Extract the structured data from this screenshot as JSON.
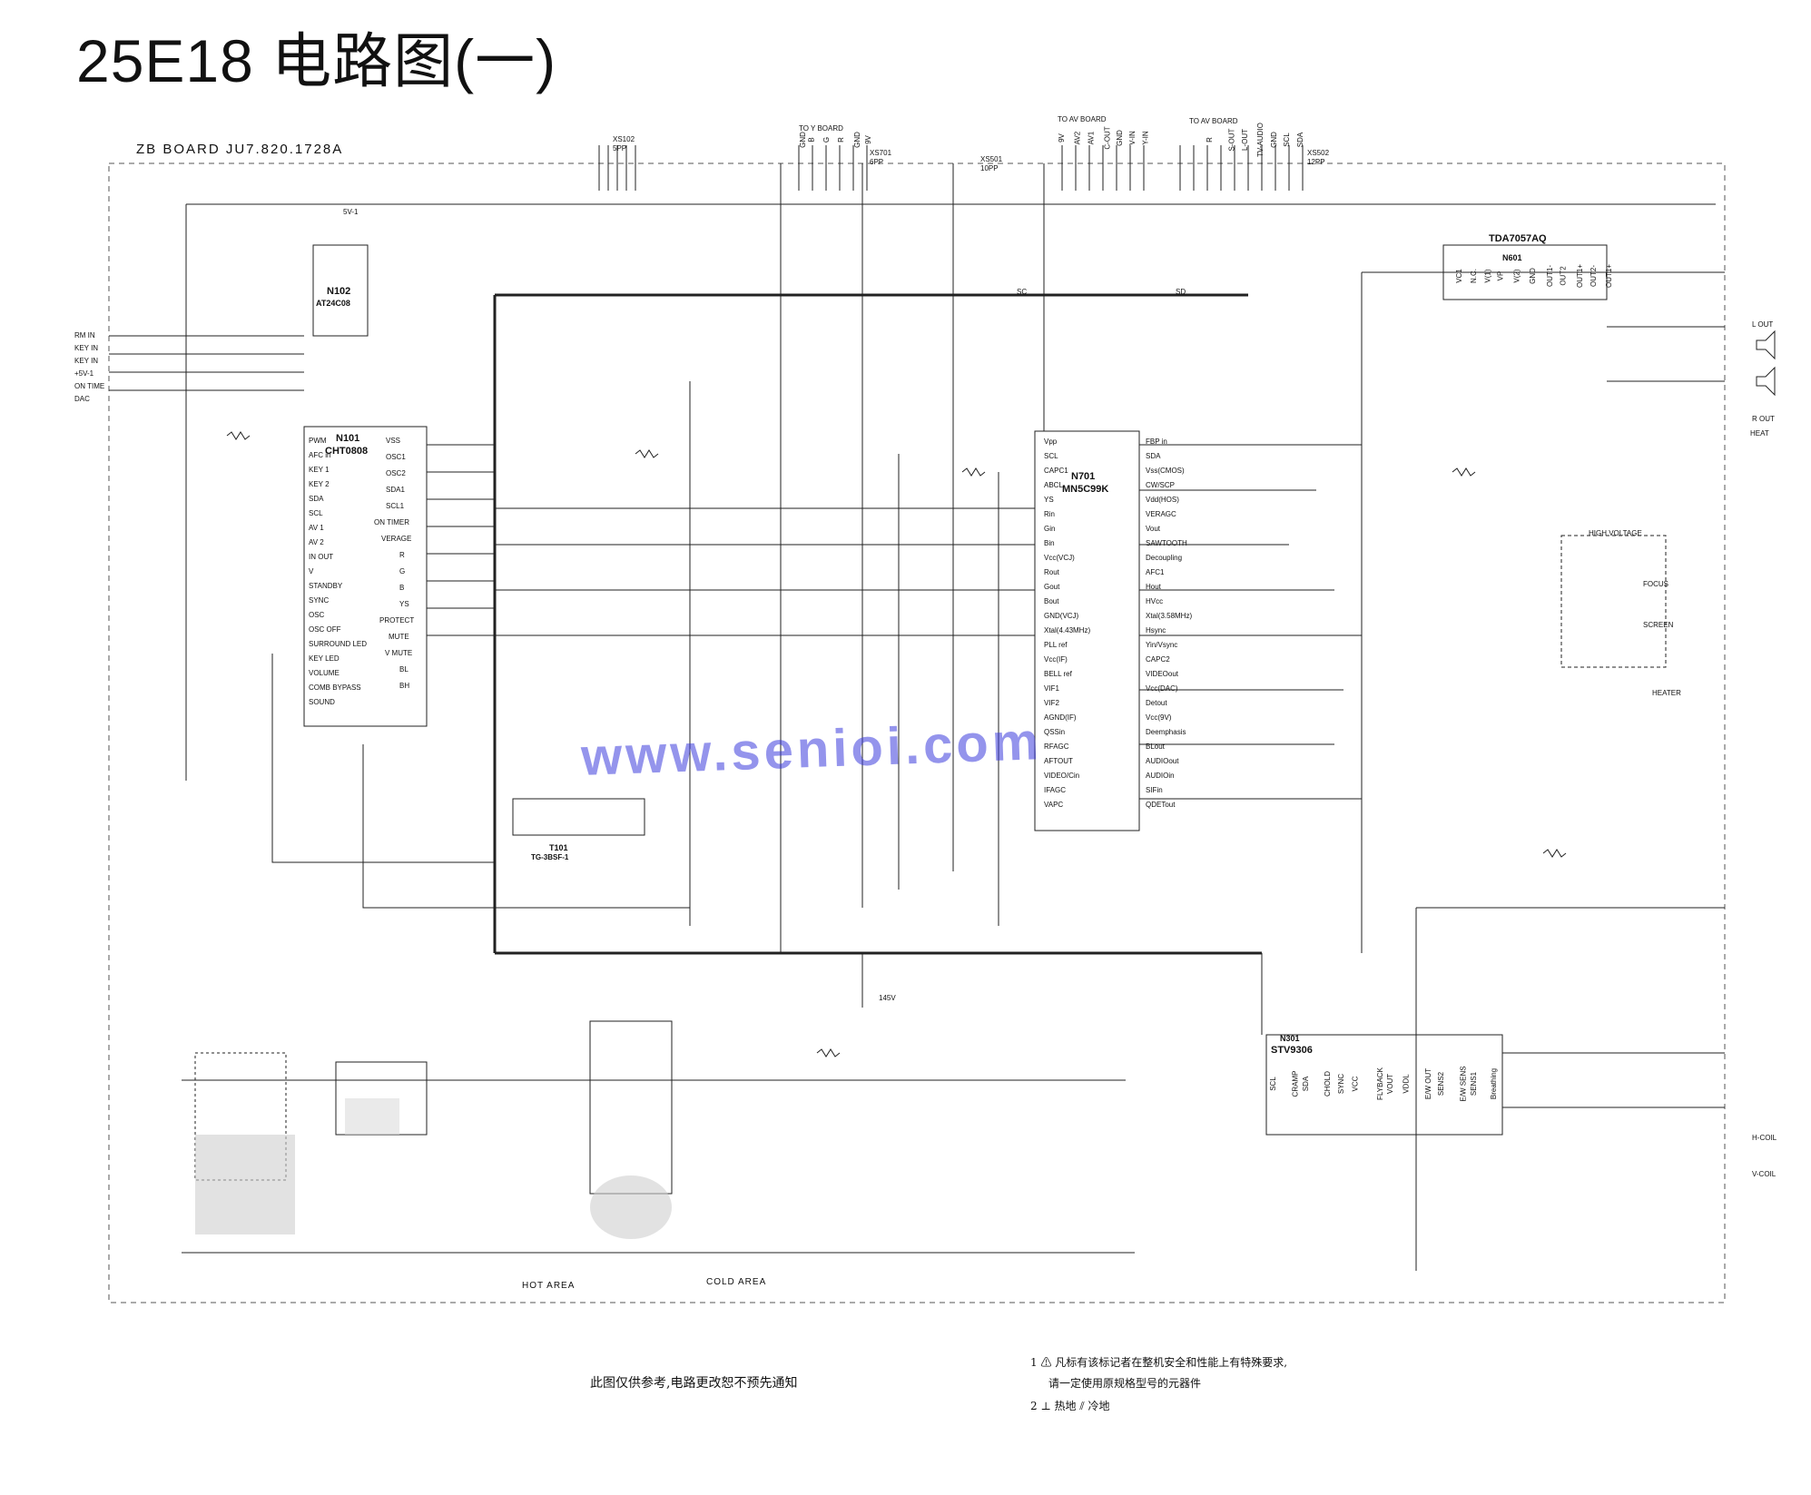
{
  "title": "25E18 电路图(一)",
  "board": "ZB BOARD JU7.820.1728A",
  "watermark": "www.senioi.com",
  "ics": {
    "n101": {
      "ref": "N101",
      "part": "CHT0808"
    },
    "n102": {
      "ref": "N102",
      "part": "AT24C08"
    },
    "n701": {
      "ref": "N701",
      "part": "MN5C99K"
    },
    "n601": {
      "ref": "N601",
      "part": "TDA7057AQ"
    },
    "n301": {
      "ref": "N301",
      "part": "STV9306"
    },
    "t101": {
      "ref": "T101",
      "part": "TG-3BSF-1"
    }
  },
  "n101_pins": [
    "PWM",
    "AFC in",
    "KEY 1",
    "KEY 2",
    "SDA",
    "SCL",
    "AV 1",
    "AV 2",
    "IN OUT",
    "V",
    "STANDBY",
    "SYNC",
    "OSC",
    "OSC OFF",
    "SURROUND LED",
    "KEY LED",
    "VOLUME",
    "COMB BYPASS",
    "SOUND"
  ],
  "n101_right_pins": [
    "VSS",
    "OSC1",
    "OSC2",
    "SDA1",
    "SCL1",
    "ON TIMER",
    "VERAGE",
    "R",
    "G",
    "B",
    "YS",
    "PROTECT",
    "MUTE",
    "V MUTE",
    "BL",
    "BH"
  ],
  "n701_pins": [
    "Vpp",
    "SCL",
    "CAPC1",
    "ABCL",
    "YS",
    "Rin",
    "Gin",
    "Bin",
    "Vcc(VCJ)",
    "Rout",
    "Gout",
    "Bout",
    "GND(VCJ)",
    "Xtal(4.43MHz)",
    "PLL ref",
    "Vcc(IF)",
    "BELL ref",
    "VIF1",
    "VIF2",
    "AGND(IF)",
    "QSSin",
    "RFAGC",
    "AFTOUT",
    "VIDEO/Cin",
    "IFAGC",
    "VAPC"
  ],
  "n701_right_pins": [
    "FBP in",
    "SDA",
    "Vss(CMOS)",
    "CW/SCP",
    "Vdd(HOS)",
    "VERAGC",
    "Vout",
    "SAWTOOTH",
    "Decoupling",
    "AFC1",
    "Hout",
    "HVcc",
    "Xtal(3.58MHz)",
    "Hsync",
    "Yin/Vsync",
    "CAPC2",
    "VIDEOout",
    "Vcc(DAC)",
    "Detout",
    "Vcc(9V)",
    "Deemphasis",
    "BLout",
    "AUDIOout",
    "AUDIOin",
    "SIFin",
    "QDETout"
  ],
  "n601_pins": [
    "VC1",
    "N.C.",
    "V(1)",
    "VP",
    "V(2)",
    "GND",
    "OUT1-",
    "OUT2",
    "OUT1+",
    "OUT2-",
    "OUT1+"
  ],
  "n301_pins": [
    "SCL",
    "CRAMP",
    "SDA",
    "CHOLD",
    "SYNC",
    "VCC",
    "FLYBACK",
    "VOUT",
    "VDDL",
    "E/W OUT",
    "SENS2",
    "E/W SENS",
    "SENS1",
    "Breathing"
  ],
  "connectors_top": [
    {
      "ref": "XS102",
      "pins": "5PP"
    },
    {
      "ref": "XS701",
      "pins": "6PP"
    },
    {
      "ref": "XS501",
      "pins": "10PP"
    },
    {
      "ref": "XS502",
      "pins": "12PP"
    }
  ],
  "to_boards": [
    "TO Y BOARD",
    "TO AV BOARD",
    "TO AV BOARD"
  ],
  "y_board_signals": [
    "GND",
    "B",
    "G",
    "R",
    "GND",
    "9V"
  ],
  "av_board_signals_1": [
    "9V",
    "AV2",
    "AV1",
    "C-OUT",
    "GND",
    "V-IN",
    "Y-IN"
  ],
  "av_board_signals_2": [
    "R",
    "S-OUT",
    "L-OUT",
    "TV-AUDIO",
    "GND",
    "SCL",
    "SDA"
  ],
  "left_inputs": [
    "RM IN",
    "KEY IN",
    "KEY IN",
    "+5V-1",
    "ON TIME",
    "DAC"
  ],
  "right_outputs": [
    "L OUT",
    "R OUT",
    "HEAT",
    "H-COIL",
    "V-COIL"
  ],
  "misc_labels": [
    "HIGH VOLTAGE",
    "FOCUS",
    "SCREEN",
    "HEATER",
    "HOT AREA",
    "COLD AREA",
    "145V",
    "5V-1",
    "SC",
    "SD"
  ],
  "footer": {
    "note_main": "此图仅供参考,电路更改恕不预先通知",
    "note_1": "1 ⚠ 凡标有该标记者在整机安全和性能上有特殊要求,",
    "note_1b": "请一定使用原规格型号的元器件",
    "note_2": "2 ⊥ 热地   ⫽ 冷地"
  }
}
